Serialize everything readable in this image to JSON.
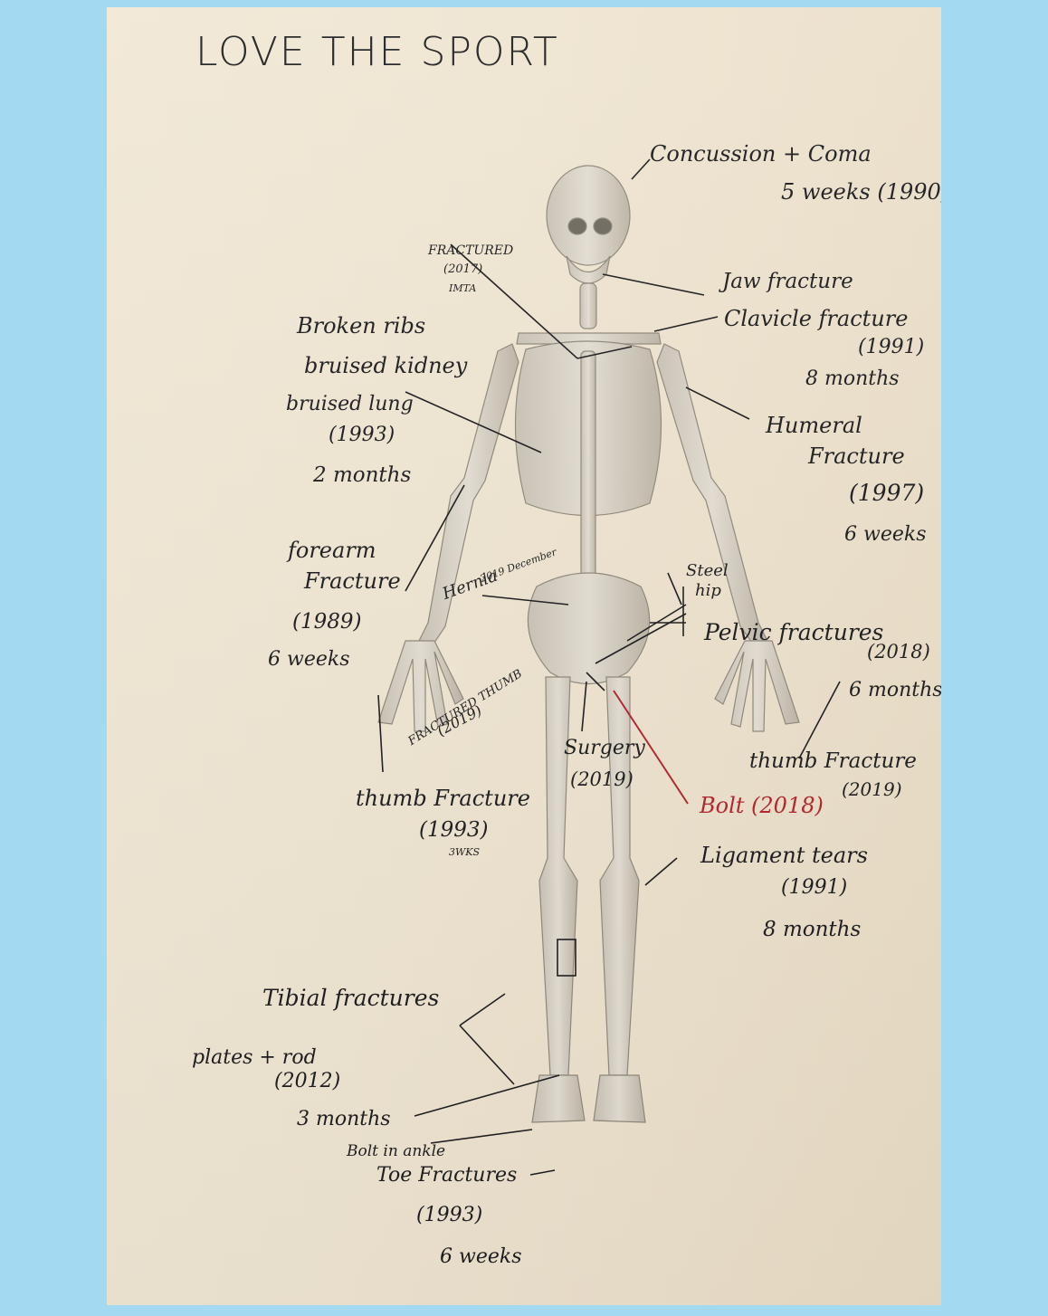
{
  "title": "LOVE THE SPORT",
  "annotations": {
    "concussion": [
      "Concussion + Coma",
      "5 weeks (1990)"
    ],
    "fractured_2017": [
      "FRACTURED",
      "(2017)",
      "IMTA"
    ],
    "jaw": "Jaw fracture",
    "clavicle": [
      "Clavicle fracture",
      "(1991)",
      "8 months"
    ],
    "ribs": [
      "Broken ribs",
      "bruised kidney",
      "bruised lung",
      "(1993)",
      "2 months"
    ],
    "humeral": [
      "Humeral",
      "Fracture",
      "(1997)",
      "6 weeks"
    ],
    "forearm": [
      "forearm",
      "Fracture",
      "(1989)",
      "6 weeks"
    ],
    "hernia": [
      "Hernia",
      "2019 December"
    ],
    "steel_hip": [
      "Steel",
      "hip"
    ],
    "pelvic": [
      "Pelvic fractures",
      "(2018)",
      "6 months"
    ],
    "fractured_thumb_2019": [
      "FRACTURED THUMB",
      "(2019)"
    ],
    "surgery": [
      "Surgery",
      "(2019)"
    ],
    "thumb_right": [
      "thumb Fracture",
      "(2019)"
    ],
    "thumb_left": [
      "thumb Fracture",
      "(1993)",
      "3WKS"
    ],
    "bolt": "Bolt (2018)",
    "ligament": [
      "Ligament tears",
      "(1991)",
      "8 months"
    ],
    "tibial": [
      "Tibial fractures",
      "plates + rod",
      "(2012)",
      "3 months"
    ],
    "ankle": "Bolt in ankle",
    "toe": [
      "Toe Fractures",
      "(1993)",
      "6 weeks"
    ]
  },
  "colors": {
    "background": "#a4d9f2",
    "paper": "#efe5d2",
    "ink": "#1d1d1f",
    "red_ink": "#b3242c",
    "bone": "#d8d2c6"
  }
}
